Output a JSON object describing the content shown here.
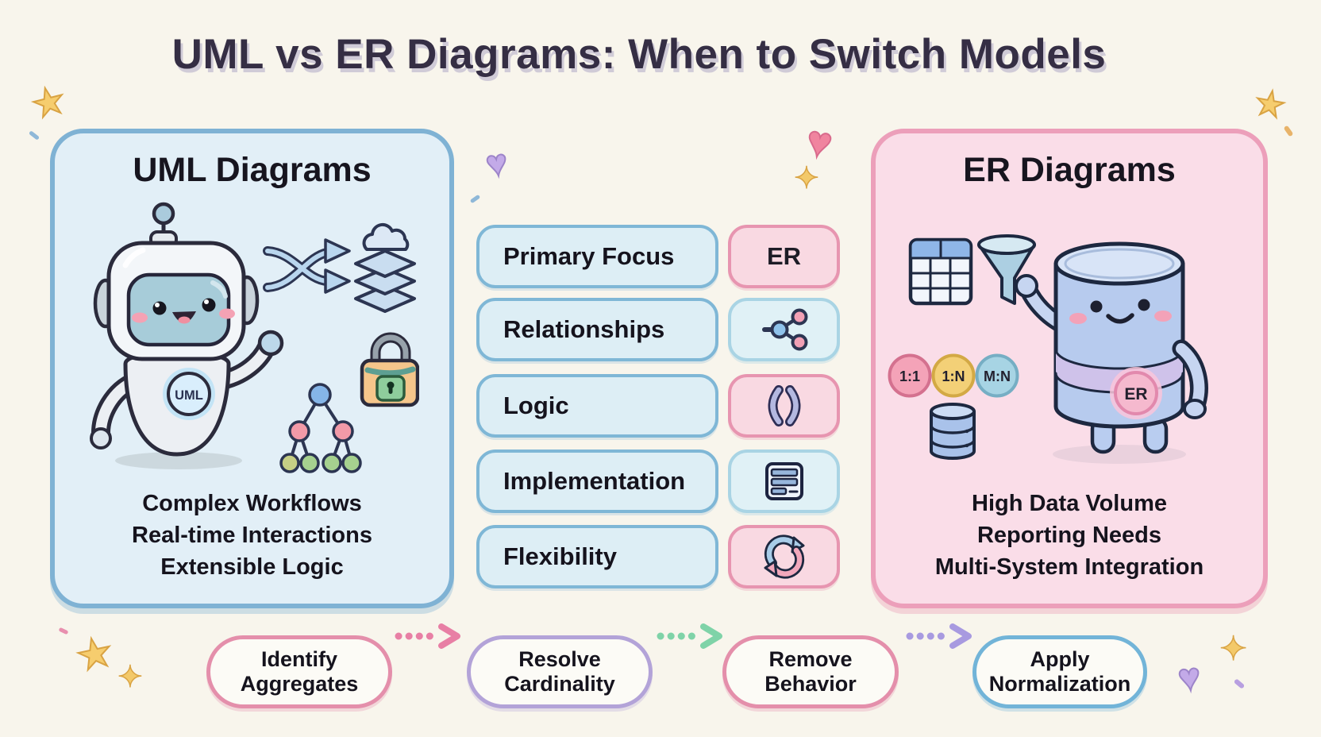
{
  "title": "UML vs ER Diagrams: When to Switch Models",
  "uml_panel": {
    "title": "UML Diagrams",
    "mascot_badge": "UML",
    "icon_names": [
      "robot-mascot",
      "shuffle-arrows-icon",
      "layers-icon",
      "lock-icon",
      "tree-hierarchy-icon"
    ],
    "bullets": [
      "Complex Workflows",
      "Real-time Interactions",
      "Extensible Logic"
    ]
  },
  "comparison": {
    "rows": [
      {
        "label": "Primary Focus",
        "badge_text": "ER",
        "badge_style": "pink",
        "icon": "er-text-badge"
      },
      {
        "label": "Relationships",
        "badge_style": "blue",
        "icon": "network-icon"
      },
      {
        "label": "Logic",
        "badge_style": "pink",
        "icon": "code-brackets-icon"
      },
      {
        "label": "Implementation",
        "badge_style": "blue",
        "icon": "server-icon"
      },
      {
        "label": "Flexibility",
        "badge_style": "pink",
        "icon": "refresh-icon"
      }
    ]
  },
  "er_panel": {
    "title": "ER Diagrams",
    "mascot_badge": "ER",
    "cardinality_badges": [
      "1:1",
      "1:N",
      "M:N"
    ],
    "icon_names": [
      "table-icon",
      "funnel-icon",
      "database-mascot",
      "database-stack-icon"
    ],
    "bullets": [
      "High Data Volume",
      "Reporting Needs",
      "Multi-System Integration"
    ]
  },
  "workflow": {
    "steps": [
      {
        "label": "Identify\nAggregates",
        "border_color": "#e48fab"
      },
      {
        "label": "Resolve\nCardinality",
        "border_color": "#b3a3d8"
      },
      {
        "label": "Remove\nBehavior",
        "border_color": "#e48fab"
      },
      {
        "label": "Apply\nNormalization",
        "border_color": "#72b4d8"
      }
    ],
    "arrow_colors": [
      "#e87fa5",
      "#7fd3a8",
      "#a89ae0"
    ]
  },
  "icons": {
    "star": "★",
    "sparkle": "✦",
    "heart": "♥"
  },
  "colors": {
    "background": "#f8f5ec",
    "title": "#352e44",
    "uml_fill": "#e2eff7",
    "uml_border": "#7fb2d4",
    "er_fill": "#fadde8",
    "er_border": "#ec9fba",
    "label_fill": "#ddeef5",
    "label_border": "#7fb7d6",
    "badge_pink_fill": "#f9d9e2",
    "badge_pink_border": "#e795b0",
    "badge_blue_fill": "#e0f1f6",
    "badge_blue_border": "#a9d4e4"
  }
}
